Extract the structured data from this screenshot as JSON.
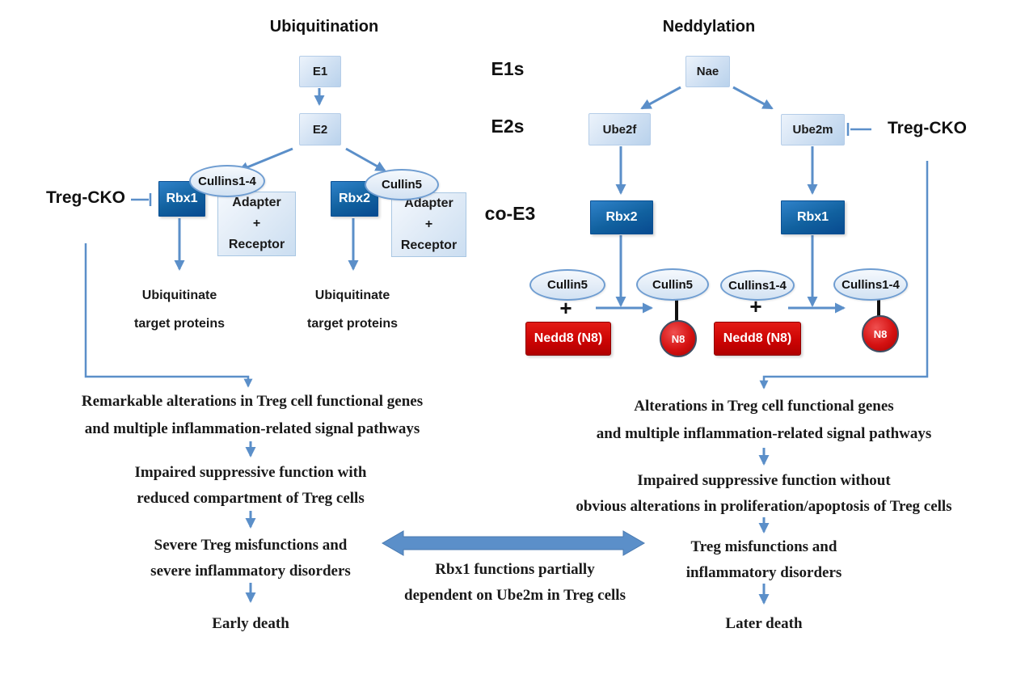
{
  "labels": {
    "title_left": "Ubiquitination",
    "title_right": "Neddylation",
    "row_e1s": "E1s",
    "row_e2s": "E2s",
    "row_coe3": "co-E3",
    "treg_cko": "Treg-CKO",
    "e1": "E1",
    "e2": "E2",
    "nae": "Nae",
    "ube2f": "Ube2f",
    "ube2m": "Ube2m",
    "rbx1": "Rbx1",
    "rbx2": "Rbx2",
    "cullins14": "Cullins1-4",
    "cullin5": "Cullin5",
    "adapter": "Adapter",
    "plus": "+",
    "receptor": "Receptor",
    "ubiquitinate": "Ubiquitinate",
    "target_proteins": "target proteins",
    "nedd8": "Nedd8 (N8)",
    "n8": "N8"
  },
  "flow_left": [
    "Remarkable alterations in Treg cell functional genes",
    "and multiple inflammation-related signal pathways",
    "Impaired suppressive function with",
    "reduced compartment of Treg cells",
    "Severe Treg misfunctions and",
    "severe inflammatory disorders",
    "Early death"
  ],
  "flow_right": [
    "Alterations in Treg cell functional genes",
    "and multiple inflammation-related signal pathways",
    "Impaired suppressive function without",
    "obvious alterations in proliferation/apoptosis of Treg cells",
    "Treg misfunctions and",
    "inflammatory disorders",
    "Later death"
  ],
  "center_note": [
    "Rbx1 functions partially",
    "dependent on Ube2m in Treg cells"
  ],
  "colors": {
    "arrow_blue": "#5b8fc9",
    "box_dark_blue": "#0d5ca8",
    "box_light_blue": "#cfe0f2",
    "nedd8_red": "#c00000",
    "text": "#1a1a1a"
  }
}
